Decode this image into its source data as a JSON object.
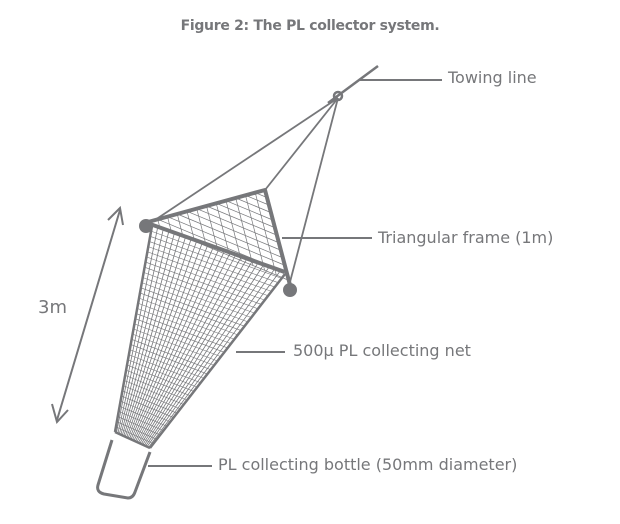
{
  "figure": {
    "title": "Figure 2: The PL collector system.",
    "labels": {
      "towing_line": "Towing line",
      "triangular_frame": "Triangular frame (1m)",
      "net": "500µ PL collecting net",
      "bottle": "PL collecting bottle (50mm diameter)",
      "length": "3m"
    },
    "colors": {
      "ink": "#76777a"
    }
  }
}
